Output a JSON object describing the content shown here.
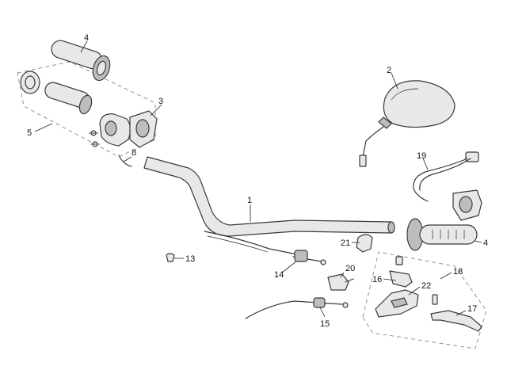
{
  "callouts": {
    "c1": "1",
    "c2": "2",
    "c3": "3",
    "c4_top": "4",
    "c4_right": "4",
    "c5": "5",
    "c8": "8",
    "c13": "13",
    "c14": "14",
    "c15": "15",
    "c16": "16",
    "c17": "17",
    "c18": "18",
    "c19": "19",
    "c20": "20",
    "c21": "21",
    "c22": "22"
  },
  "colors": {
    "stroke": "#3a3a3a",
    "fill": "#e8e8e8",
    "shade": "#bdbdbd"
  }
}
